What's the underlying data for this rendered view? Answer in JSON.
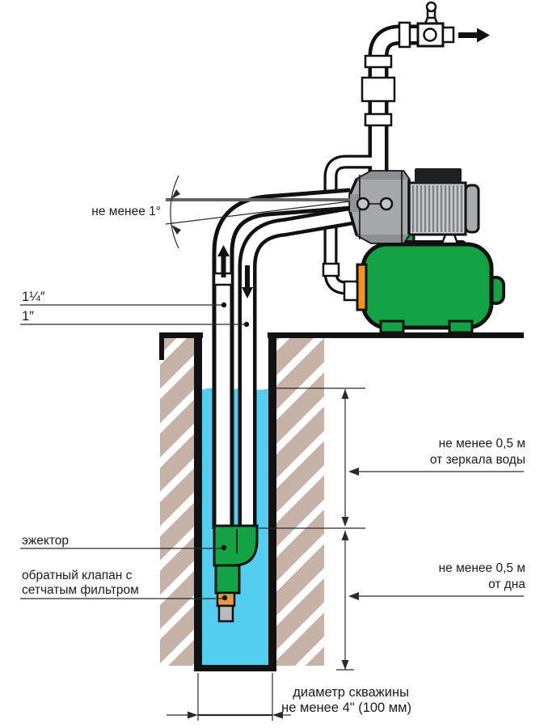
{
  "diagram": {
    "type": "technical-installation-scheme",
    "subject": "well pump station with external ejector installation",
    "labels": {
      "angle": "не менее 1°",
      "pipe_suction": "1¼″",
      "pipe_return": "1″",
      "ejector": "эжектор",
      "check_valve_line1": "обратный клапан с",
      "check_valve_line2": "сетчатым фильтром",
      "dim_water_line1": "не менее 0,5 м",
      "dim_water_line2": "от зеркала воды",
      "dim_bottom_line1": "не менее 0,5 м",
      "dim_bottom_line2": "от дна",
      "well_dia_line1": "диаметр скважины",
      "well_dia_line2": "не менее 4\" (100 мм)"
    },
    "colors": {
      "water": "#53cdf0",
      "soil_hatch": "#c7b2a8",
      "equipment_green": "#13a345",
      "tank_inlet_orange": "#f6921e",
      "check_valve_tan": "#e69a45",
      "pump_gray": "#a5a9ac",
      "outline_black": "#111111",
      "reference_gray": "#636363"
    }
  }
}
